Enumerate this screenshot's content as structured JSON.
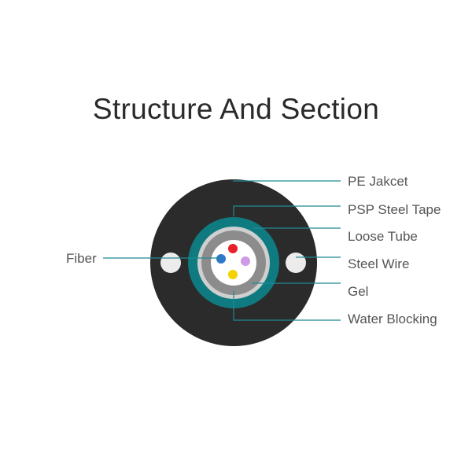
{
  "title": "Structure And Section",
  "labels": {
    "left": [
      "Fiber"
    ],
    "right": [
      "PE Jakcet",
      "PSP Steel Tape",
      "Loose Tube",
      "Steel Wire",
      "Gel",
      "Water Blocking"
    ]
  },
  "colors": {
    "jacket": "#2b2b2b",
    "steel_tape": "#0f7b80",
    "loose_tube": "#8c8c8c",
    "water_blocking": "#cfcfcf",
    "gel": "#ffffff",
    "steel_wire": "#ececec",
    "leader_line": "#1f8a93",
    "fibers": [
      "#e8202a",
      "#2f78c9",
      "#cf9be6",
      "#f2d300"
    ]
  }
}
